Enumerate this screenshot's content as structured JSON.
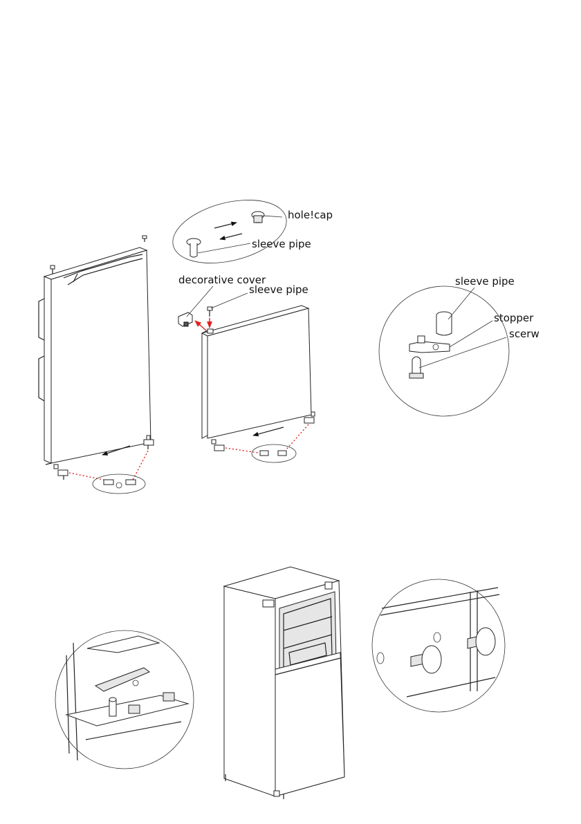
{
  "labels": {
    "hole_cap": "hole!cap",
    "sleeve_pipe_top": "sleeve pipe",
    "decorative_cover": "decorative  cover",
    "sleeve_pipe_mid": "sleeve pipe",
    "sleeve_pipe_right": "sleeve pipe",
    "stopper": "stopper",
    "scerw": "scerw"
  },
  "colors": {
    "line": "#222222",
    "arrow_red": "#e02020",
    "background": "#ffffff"
  }
}
